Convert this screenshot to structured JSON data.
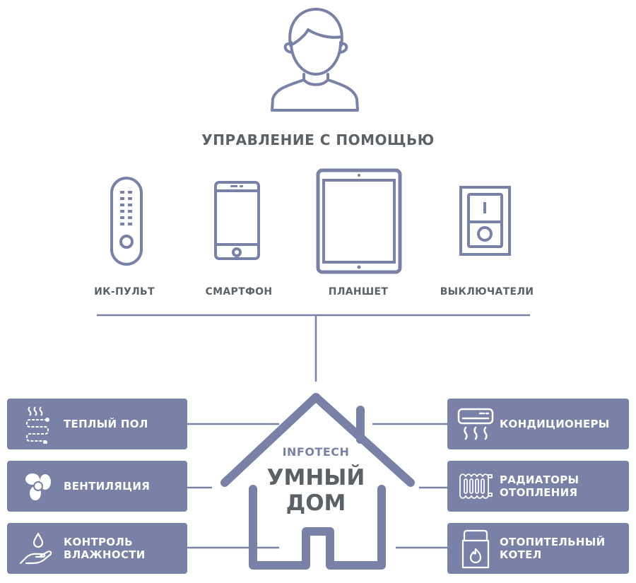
{
  "colors": {
    "accent": "#7a81a6",
    "text_dark": "#5b6166",
    "box_text": "#ffffff",
    "background": "#ffffff"
  },
  "user": {
    "icon": "user-icon"
  },
  "title": "УПРАВЛЕНИЕ С ПОМОЩЬЮ",
  "devices": [
    {
      "label": "ИК-ПУЛЬТ",
      "icon": "ir-remote-icon"
    },
    {
      "label": "СМАРТФОН",
      "icon": "smartphone-icon"
    },
    {
      "label": "ПЛАНШЕТ",
      "icon": "tablet-icon"
    },
    {
      "label": "ВЫКЛЮЧАТЕЛИ",
      "icon": "light-switch-icon"
    }
  ],
  "house": {
    "brand": "INFOTECH",
    "line1": "УМНЫЙ",
    "line2": "ДОМ",
    "icon": "house-icon"
  },
  "left_features": [
    {
      "label": "ТЕПЛЫЙ ПОЛ",
      "icon": "heated-floor-icon"
    },
    {
      "label": "ВЕНТИЛЯЦИЯ",
      "icon": "fan-icon"
    },
    {
      "line1": "КОНТРОЛЬ",
      "line2": "ВЛАЖНОСТИ",
      "icon": "humidity-hand-icon"
    }
  ],
  "right_features": [
    {
      "label": "КОНДИЦИОНЕРЫ",
      "icon": "air-conditioner-icon"
    },
    {
      "line1": "РАДИАТОРЫ",
      "line2": "ОТОПЛЕНИЯ",
      "icon": "radiator-icon"
    },
    {
      "line1": "ОТОПИТЕЛЬНЫЙ",
      "line2": "КОТЕЛ",
      "icon": "boiler-icon"
    }
  ]
}
